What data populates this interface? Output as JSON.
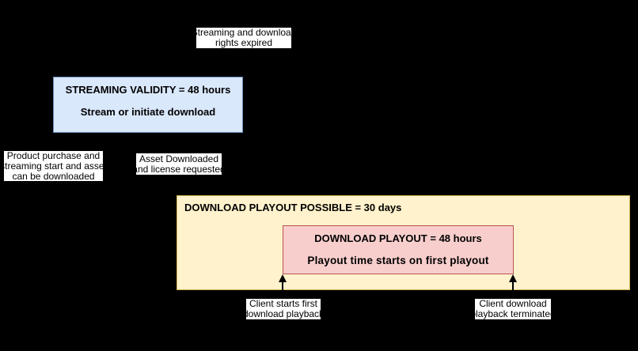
{
  "colors": {
    "background": "#000000",
    "label_bg": "#ffffff",
    "text": "#000000",
    "blue_fill": "#dae8fc",
    "blue_stroke": "#6c8ebf",
    "yellow_fill": "#fff2cc",
    "yellow_stroke": "#d6b656",
    "pink_fill": "#f8cecc",
    "pink_stroke": "#b85450",
    "arrow": "#000000"
  },
  "annotations": {
    "rights_expired": "Streaming and download\nrights expired",
    "product_purchase": "Product purchase and\nstreaming start and asset\ncan be downloaded",
    "asset_downloaded": "Asset Downloaded\nand license requested",
    "client_starts": "Client starts first\ndownload playback",
    "client_terminated": "Client download\nplayback terminated"
  },
  "streaming_box": {
    "title": "STREAMING VALIDITY = 48 hours",
    "subtitle": "Stream or initiate download"
  },
  "download_window_box": {
    "title": "DOWNLOAD PLAYOUT POSSIBLE = 30 days"
  },
  "download_playout_box": {
    "title": "DOWNLOAD PLAYOUT = 48 hours",
    "subtitle": "Playout time starts on first playout"
  }
}
